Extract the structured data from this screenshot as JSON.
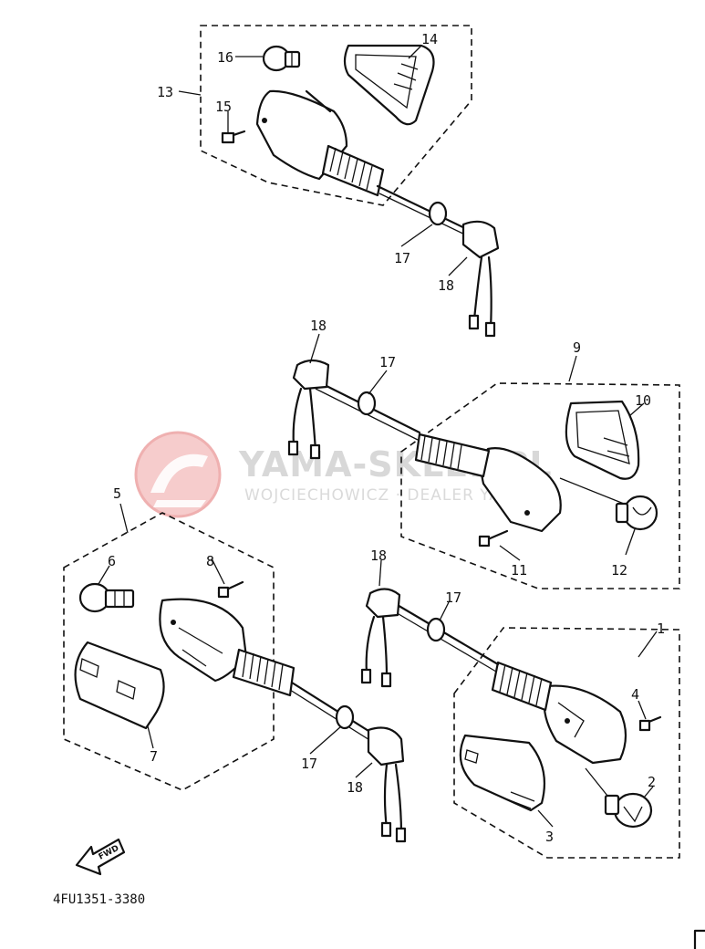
{
  "watermark": {
    "brand": "YAMA-SKLEP.PL",
    "tagline": "WOJCIECHOWICZ · DEALER YAMAHA"
  },
  "callouts": {
    "c1": "1",
    "c2": "2",
    "c3": "3",
    "c4": "4",
    "c5": "5",
    "c6": "6",
    "c7": "7",
    "c8": "8",
    "c9": "9",
    "c10": "10",
    "c11": "11",
    "c12": "12",
    "c13": "13",
    "c14": "14",
    "c15": "15",
    "c16": "16",
    "c17a": "17",
    "c17b": "17",
    "c17c": "17",
    "c17d": "17",
    "c18a": "18",
    "c18b": "18",
    "c18c": "18",
    "c18d": "18"
  },
  "fwd_label": "FWD",
  "diagram_code": "4FU1351-3380",
  "colors": {
    "ink": "#111111",
    "watermark_logo": "#f2b8b8",
    "watermark_text": "#d8d8d8"
  }
}
